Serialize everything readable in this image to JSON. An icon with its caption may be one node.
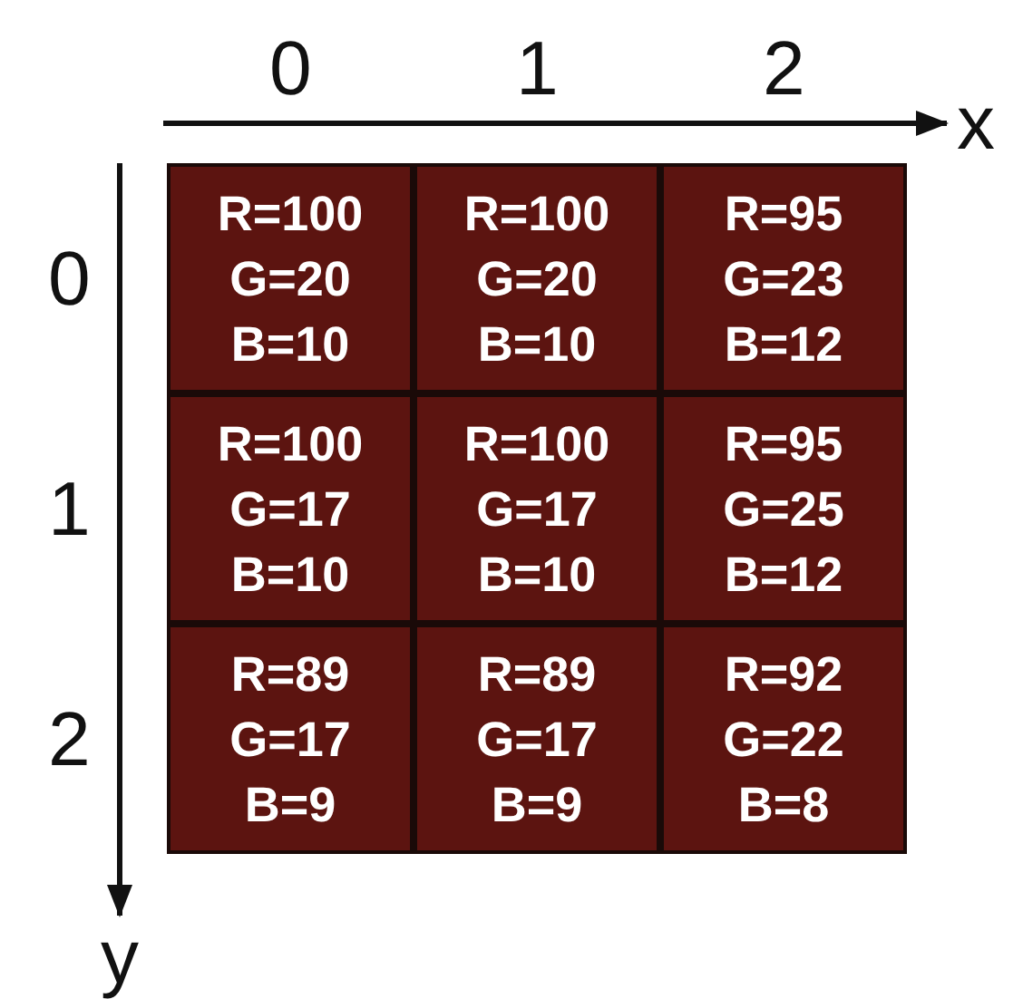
{
  "diagram": {
    "nodes": [
      {
        "text": [
          "R=100",
          "G=20",
          "B=10"
        ]
      },
      {
        "text": [
          "R=100",
          "G=20",
          "B=10"
        ]
      },
      {
        "text": [
          "R=95",
          "G=23",
          "B=12"
        ]
      },
      {
        "text": [
          "R=100",
          "G=17",
          "B=10"
        ]
      },
      {
        "text": [
          "R=100",
          "G=17",
          "B=10"
        ]
      },
      {
        "text": [
          "R=95",
          "G=25",
          "B=12"
        ]
      },
      {
        "text": [
          "R=89",
          "G=17",
          "B=9"
        ]
      },
      {
        "text": [
          "R=89",
          "G=17",
          "B=9"
        ]
      },
      {
        "text": [
          "R=92",
          "G=22",
          "B=8"
        ]
      }
    ],
    "edges": [],
    "labels": [
      "0",
      "1",
      "2",
      "x",
      "0",
      "1",
      "2",
      "y"
    ]
  }
}
